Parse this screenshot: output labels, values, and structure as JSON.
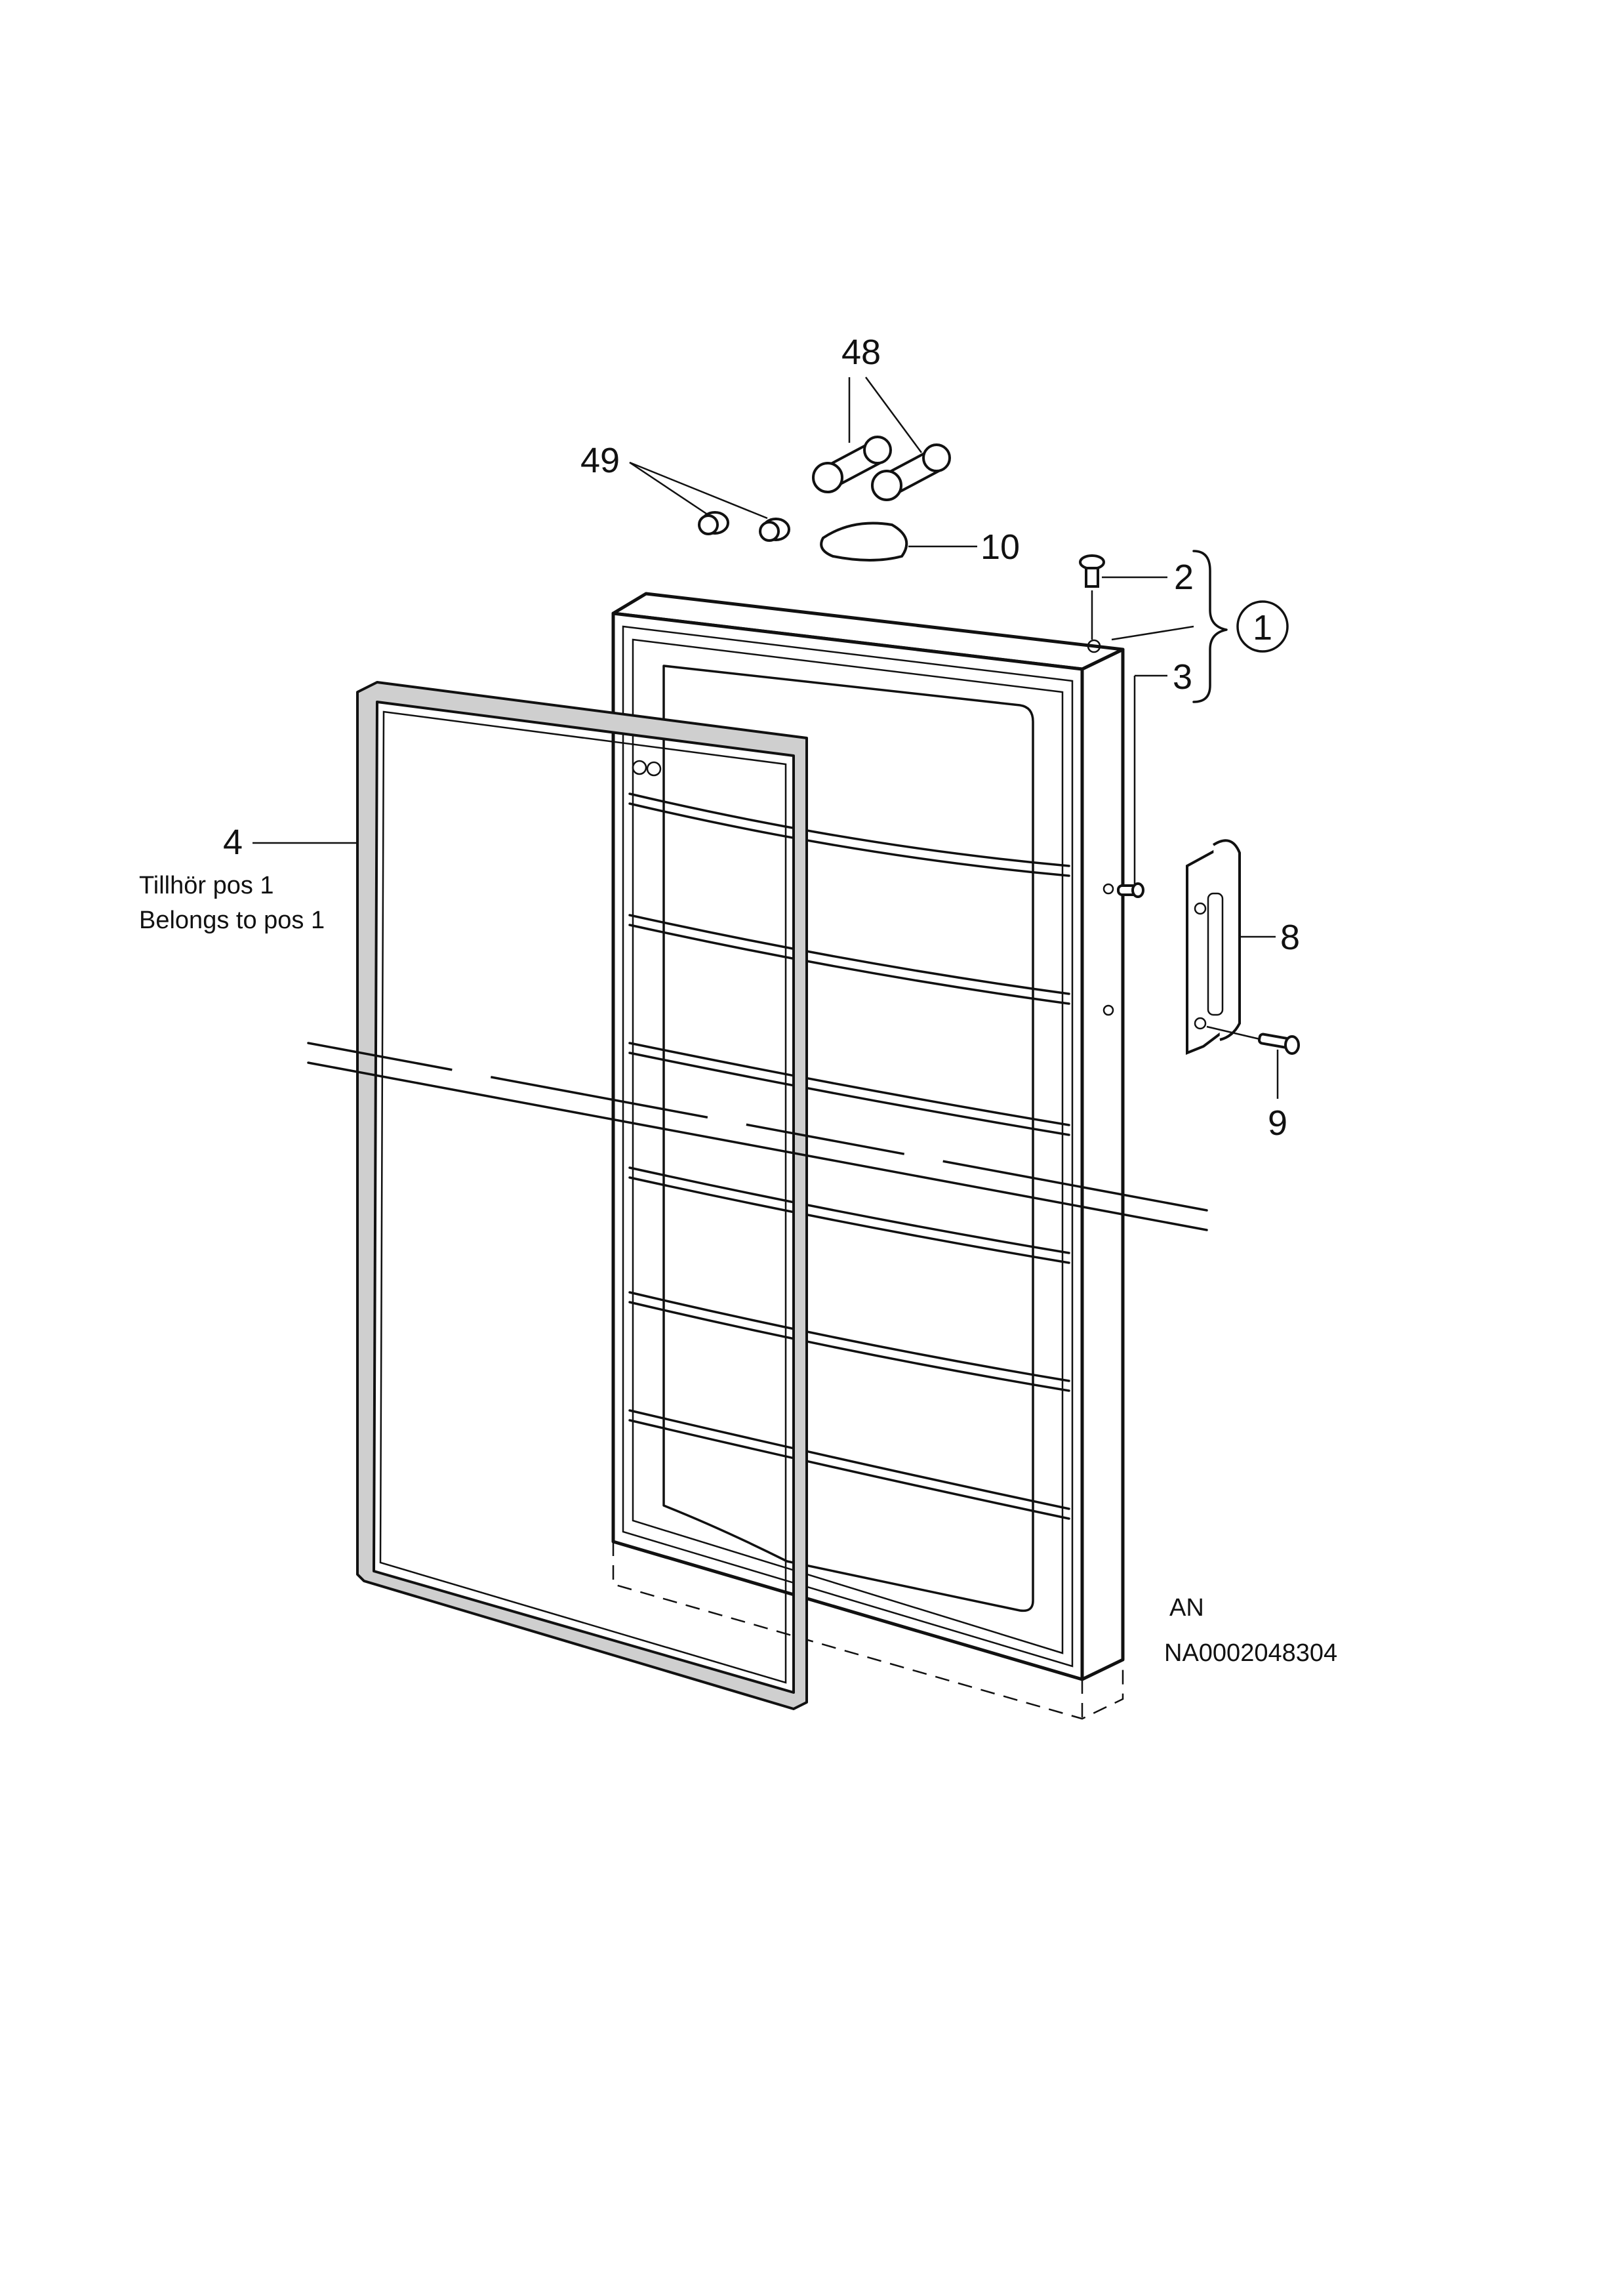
{
  "labels": {
    "p48": "48",
    "p49": "49",
    "p10": "10",
    "p2": "2",
    "p1": "1",
    "p3": "3",
    "p4": "4",
    "p4_note_sv": "Tillhör pos 1",
    "p4_note_en": "Belongs to pos 1",
    "p8": "8",
    "p9": "9",
    "code_an": "AN",
    "code_number": "NA0002048304"
  },
  "colors": {
    "line": "#111111",
    "gasket_fill": "#cfcfcf",
    "background": "#ffffff"
  }
}
